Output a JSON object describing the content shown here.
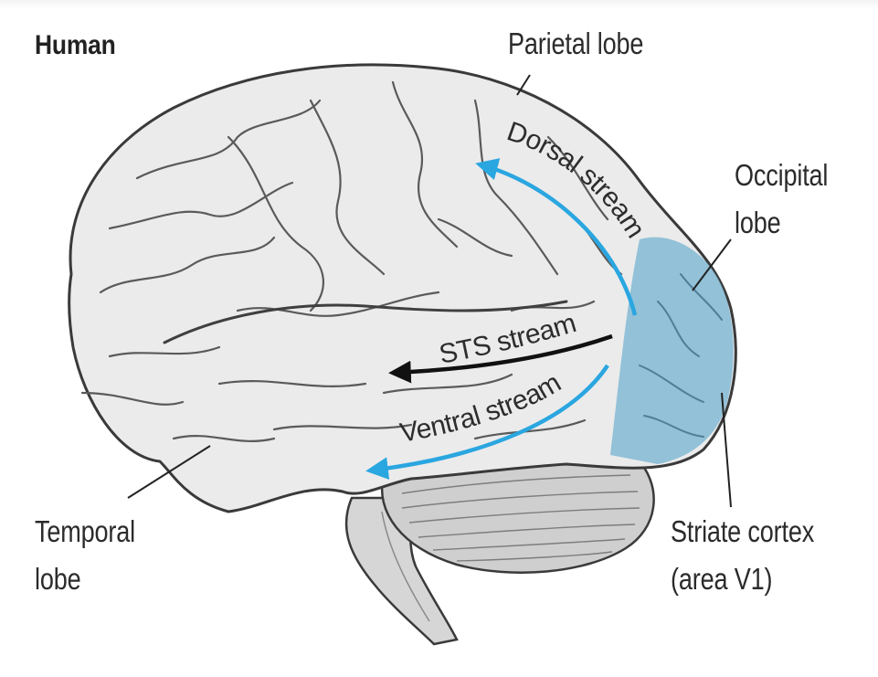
{
  "title": "Human",
  "labels": {
    "parietal": "Parietal lobe",
    "occipital_line1": "Occipital",
    "occipital_line2": "lobe",
    "temporal_line1": "Temporal",
    "temporal_line2": "lobe",
    "striate_line1": "Striate cortex",
    "striate_line2": "(area V1)"
  },
  "streams": {
    "dorsal": "Dorsal stream",
    "sts": "STS stream",
    "ventral": "Ventral stream"
  },
  "colors": {
    "dorsal": "#2aa6e0",
    "ventral": "#2aa6e0",
    "sts": "#111111",
    "striate_cortex": "#88bcd6"
  }
}
